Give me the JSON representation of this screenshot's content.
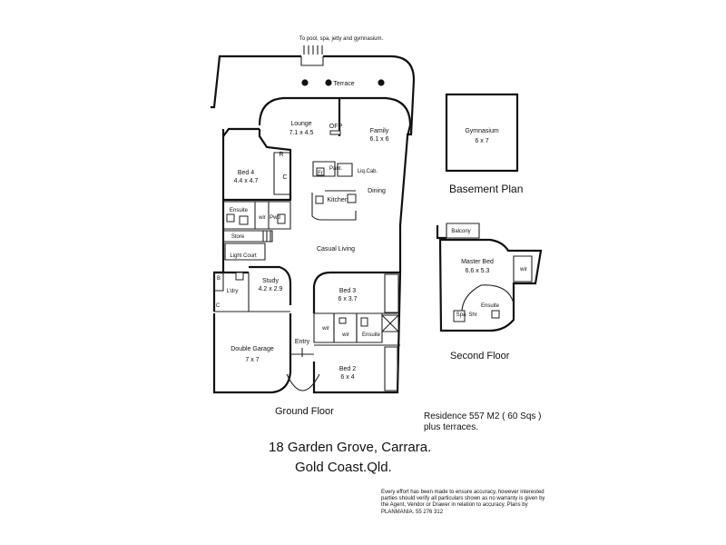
{
  "floor_plan": {
    "top_note": "To pool, spa, jetty and gymnasium.",
    "rooms": {
      "terrace": "Terrace",
      "lounge": "Lounge",
      "lounge_size": "7.1 x 4.5",
      "ofp": "OFP",
      "family": "Family",
      "family_size": "6.1 x 6",
      "bed4": "Bed 4",
      "bed4_size": "4.4 x 4.7",
      "robe_r": "R",
      "robe_c": "C",
      "pantry": "Pant.",
      "fridge": "Fr",
      "liq_cab": "Liq.Cab.",
      "kitchen": "Kitchen",
      "dining": "Dining",
      "ensuite_ground": "Ensuite",
      "wir_ground": "wir",
      "pwd": "Pwd",
      "store": "Store",
      "light_court": "Light Court",
      "casual_living": "Casual Living",
      "laundry": "L'dry",
      "laundry_b": "B",
      "laundry_c": "C",
      "study": "Study",
      "study_size": "4.2 x 2.9",
      "bed3": "Bed 3",
      "bed3_size": "6 x 3.7",
      "wir_bed3": "wir",
      "wir_bed2": "wir",
      "ensuite_bed": "Ensuite",
      "garage": "Double Garage",
      "garage_size": "7 x 7",
      "entry": "Entry",
      "bed2": "Bed 2",
      "bed2_size": "6 x 4",
      "gymnasium": "Gymnasium",
      "gym_size": "6 x 7",
      "balcony": "Balcony",
      "master_bed": "Master Bed",
      "master_size": "6.6 x 5.3",
      "wir_master": "wir",
      "ensuite_master": "Ensuite",
      "spa": "Spa",
      "shr": "Shr"
    },
    "captions": {
      "ground_floor": "Ground Floor",
      "basement_plan": "Basement Plan",
      "second_floor": "Second Floor"
    },
    "residence": {
      "line1": "Residence  557 M2  ( 60 Sqs )",
      "line2": "plus terraces."
    },
    "address": {
      "line1": "18 Garden Grove, Carrara.",
      "line2": "Gold Coast.Qld."
    },
    "disclaimer": "Every effort has been made to ensure accuracy, however interested parties should verify all particulars shown as no warranty is given by the Agent, Vendor or Drawer in relation to accuracy.  Plans by PLANMANIA.  55 276 312"
  }
}
